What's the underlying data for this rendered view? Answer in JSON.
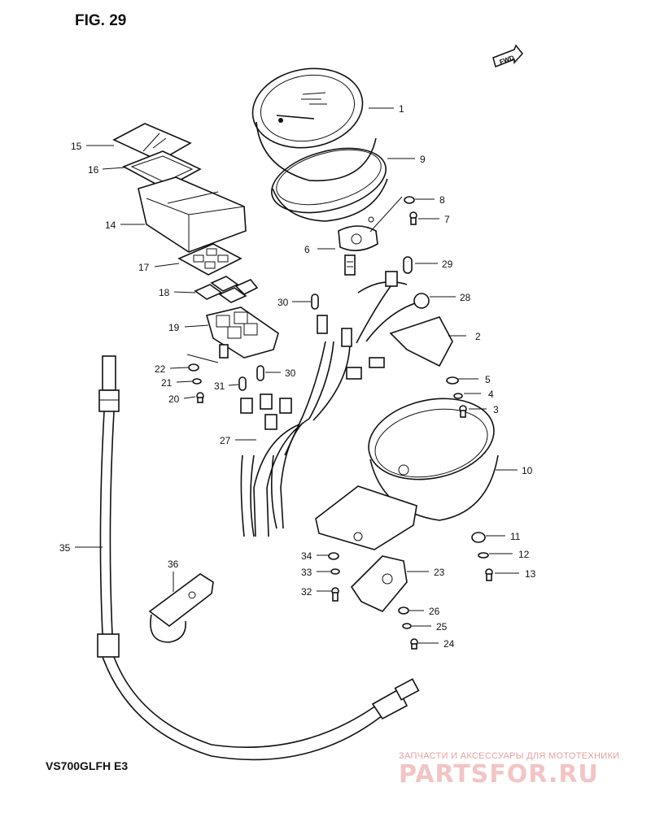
{
  "figure": {
    "title": "FIG. 29",
    "model": "VS700GLFH E3",
    "fwd_label": "FWD"
  },
  "watermark": {
    "line1": "ЗАПЧАСТИ И АКСЕССУАРЫ ДЛЯ МОТОТЕХНИКИ",
    "line2": "PARTSFOR.RU"
  },
  "callouts": {
    "c1": "1",
    "c2": "2",
    "c3": "3",
    "c4": "4",
    "c5": "5",
    "c6": "6",
    "c7": "7",
    "c8": "8",
    "c9": "9",
    "c10": "10",
    "c11": "11",
    "c12": "12",
    "c13": "13",
    "c14": "14",
    "c15": "15",
    "c16": "16",
    "c17": "17",
    "c18": "18",
    "c19": "19",
    "c20": "20",
    "c21": "21",
    "c22": "22",
    "c23": "23",
    "c24": "24",
    "c25": "25",
    "c26": "26",
    "c27": "27",
    "c28": "28",
    "c29": "29",
    "c30a": "30",
    "c30b": "30",
    "c31": "31",
    "c32": "32",
    "c33": "33",
    "c34": "34",
    "c35": "35",
    "c36": "36"
  }
}
